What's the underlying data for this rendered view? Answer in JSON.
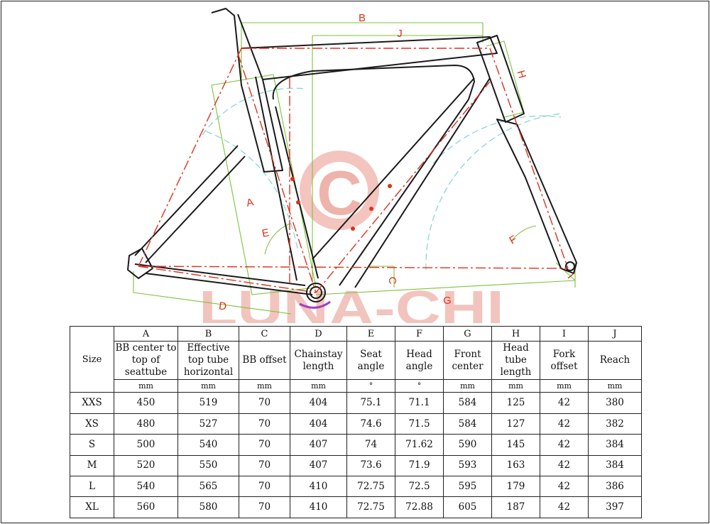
{
  "watermark": {
    "logo_text": "C",
    "brand": "LUNA-CHI"
  },
  "dimension_labels": {
    "A": "A",
    "B": "B",
    "C": "C",
    "D": "D",
    "E": "E",
    "F": "F",
    "G": "G",
    "H": "H",
    "I": "I",
    "J": "J"
  },
  "colors": {
    "frame": "#1a1a1a",
    "centerline": "#e0301c",
    "dimension": "#7cc33a",
    "arc": "#7fd4d4",
    "watermark": "#e8958a",
    "arrow": "#a040c0"
  },
  "table": {
    "size_header": "Size",
    "columns": [
      {
        "letter": "A",
        "desc": "BB center to top of seattube",
        "unit": "mm"
      },
      {
        "letter": "B",
        "desc": "Effective top tube horizontal",
        "unit": "mm"
      },
      {
        "letter": "C",
        "desc": "BB offset",
        "unit": "mm"
      },
      {
        "letter": "D",
        "desc": "Chainstay length",
        "unit": "mm"
      },
      {
        "letter": "E",
        "desc": "Seat angle",
        "unit": "°"
      },
      {
        "letter": "F",
        "desc": "Head angle",
        "unit": "°"
      },
      {
        "letter": "G",
        "desc": "Front center",
        "unit": "mm"
      },
      {
        "letter": "H",
        "desc": "Head tube length",
        "unit": "mm"
      },
      {
        "letter": "I",
        "desc": "Fork offset",
        "unit": "mm"
      },
      {
        "letter": "J",
        "desc": "Reach",
        "unit": "mm"
      }
    ],
    "rows": [
      {
        "size": "XXS",
        "values": [
          "450",
          "519",
          "70",
          "404",
          "75.1",
          "71.1",
          "584",
          "125",
          "42",
          "380"
        ]
      },
      {
        "size": "XS",
        "values": [
          "480",
          "527",
          "70",
          "404",
          "74.6",
          "71.5",
          "584",
          "127",
          "42",
          "382"
        ]
      },
      {
        "size": "S",
        "values": [
          "500",
          "540",
          "70",
          "407",
          "74",
          "71.62",
          "590",
          "145",
          "42",
          "384"
        ]
      },
      {
        "size": "M",
        "values": [
          "520",
          "550",
          "70",
          "407",
          "73.6",
          "71.9",
          "593",
          "163",
          "42",
          "384"
        ]
      },
      {
        "size": "L",
        "values": [
          "540",
          "565",
          "70",
          "410",
          "72.75",
          "72.5",
          "595",
          "179",
          "42",
          "386"
        ]
      },
      {
        "size": "XL",
        "values": [
          "560",
          "580",
          "70",
          "410",
          "72.75",
          "72.88",
          "605",
          "187",
          "42",
          "397"
        ]
      }
    ]
  }
}
